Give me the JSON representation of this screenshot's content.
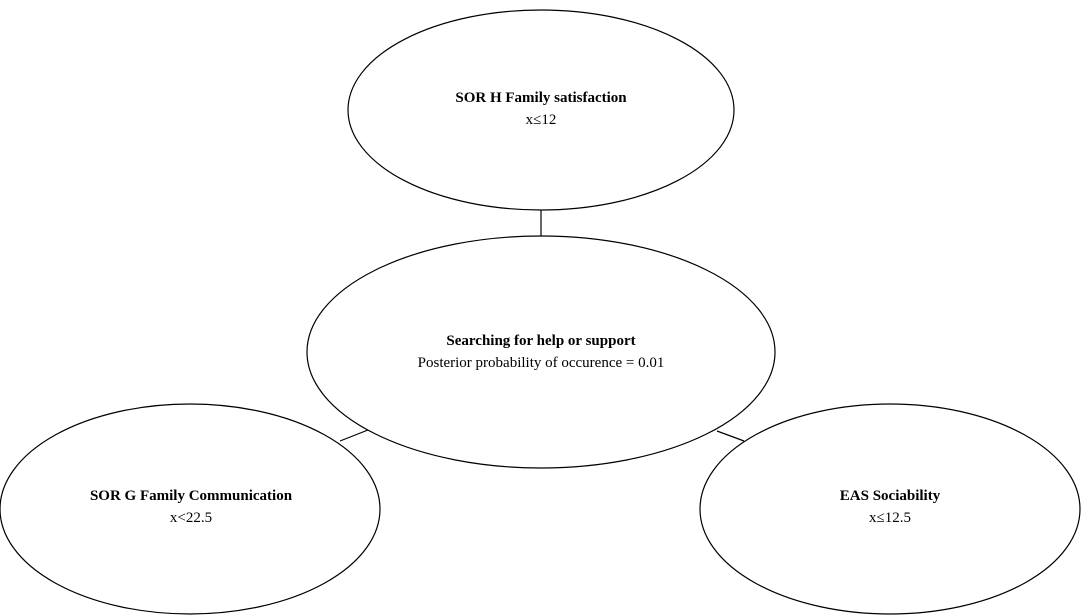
{
  "nodes": {
    "top": {
      "title": "SOR H Family satisfaction",
      "subtitle": "x≤12"
    },
    "center": {
      "title": "Searching for help or support",
      "subtitle": "Posterior probability of occurence = 0.01"
    },
    "left": {
      "title": "SOR G Family Communication",
      "subtitle": "x<22.5"
    },
    "right": {
      "title": "EAS Sociability",
      "subtitle": "x≤12.5"
    }
  },
  "colors": {
    "stroke": "#000000",
    "fill": "#ffffff",
    "text": "#000000"
  }
}
